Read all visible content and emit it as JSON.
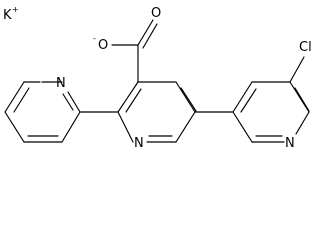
{
  "molecule": {
    "counter_ion": {
      "element": "K",
      "charge": "+"
    },
    "carboxylate": {
      "carbonyl_oxygen": "O",
      "anion_oxygen": "O",
      "anion_charge": "-"
    },
    "ring_nitrogens": [
      "N",
      "N",
      "N"
    ],
    "chloro": "Cl"
  }
}
